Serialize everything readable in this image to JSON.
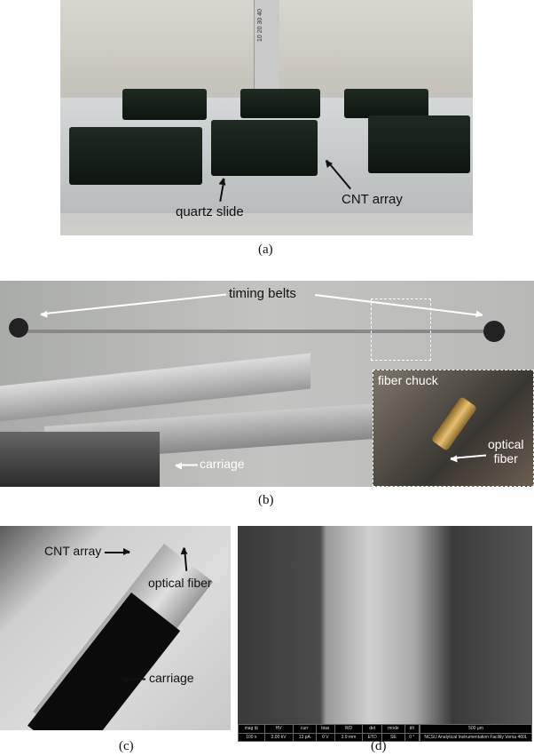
{
  "panels": {
    "a": {
      "caption": "(a)",
      "labels": {
        "quartz_slide": "quartz slide",
        "cnt_array": "CNT array"
      },
      "ruler_text": "10 20 30 40"
    },
    "b": {
      "caption": "(b)",
      "labels": {
        "timing_belts": "timing belts",
        "carriage": "carriage",
        "fiber_chuck": "fiber chuck",
        "optical_fiber": "optical\nfiber"
      }
    },
    "c": {
      "caption": "(c)",
      "labels": {
        "cnt_array": "CNT array",
        "optical_fiber": "optical fiber",
        "carriage": "carriage"
      }
    },
    "d": {
      "caption": "(d)",
      "sem_bar": {
        "headers": [
          "mag ⊞",
          "HV",
          "curr",
          "bias",
          "WD",
          "det",
          "mode",
          "tilt"
        ],
        "values": [
          "100 x",
          "2.00 kV",
          "13 pA",
          "0 V",
          "3.9 mm",
          "ETD",
          "SE",
          "0 °"
        ],
        "scale": "500 µm",
        "facility": "NCSU Analytical Instrumentation Facility Versa 460L"
      }
    }
  }
}
